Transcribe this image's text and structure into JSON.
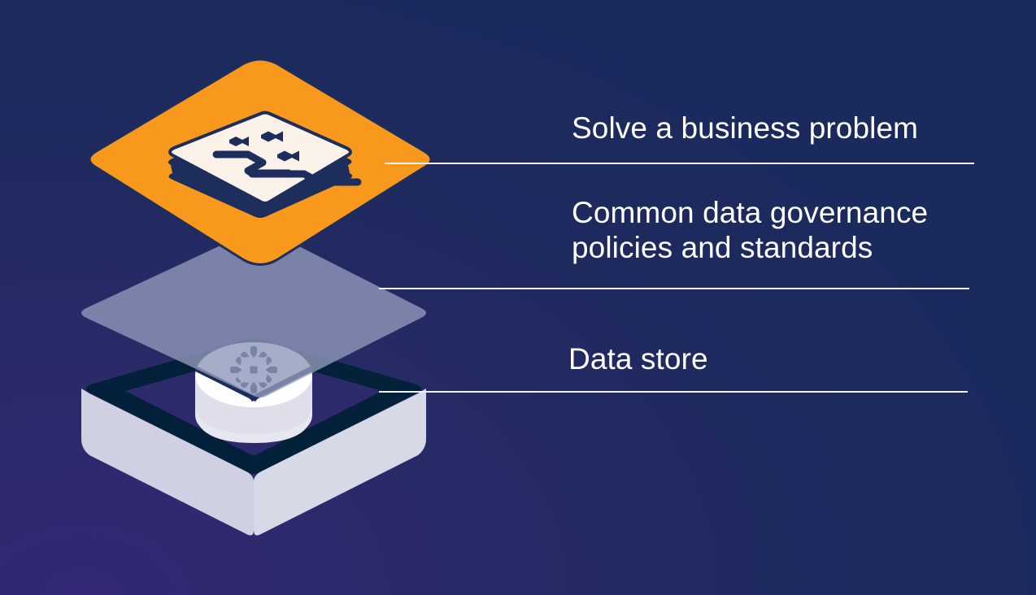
{
  "diagram": {
    "type": "layered-isometric-stack",
    "title_alt": "Three-layer data platform stack",
    "background_colors": {
      "gradient_from": "#322877",
      "gradient_mid": "#2a2a69",
      "gradient_to": "#182a5c"
    },
    "layers": [
      {
        "id": "top",
        "name": "solve-a-business-problem-layer",
        "fill": "#f8991d",
        "stroke": "#1d2e5c",
        "icon": "analytics-card-icon",
        "icon_fill": "#faf2e8",
        "icon_detail_fill": "#1d2e5c"
      },
      {
        "id": "middle",
        "name": "common-data-governance-layer",
        "fill": "#8a92b4",
        "opacity": "0.82"
      },
      {
        "id": "bottom",
        "name": "data-store-layer",
        "top_fill": "#032139",
        "side_fill": "#d4d5e4",
        "icon": "snowflake-logo-icon",
        "icon_fill": "#1d2e5c",
        "puck_top_fill": "#ffffff",
        "puck_side_fill": "#dedfeb"
      }
    ]
  },
  "callouts": [
    {
      "id": "callout-1",
      "name": "callout-solve-a-business-problem",
      "label": "Solve a business problem",
      "rule_color": "#f2f2f5"
    },
    {
      "id": "callout-2",
      "name": "callout-common-data-governance",
      "label": "Common data governance\npolicies and standards",
      "rule_color": "#f2f2f5"
    },
    {
      "id": "callout-3",
      "name": "callout-data-store",
      "label": "Data store",
      "rule_color": "#f2f2f5"
    }
  ]
}
